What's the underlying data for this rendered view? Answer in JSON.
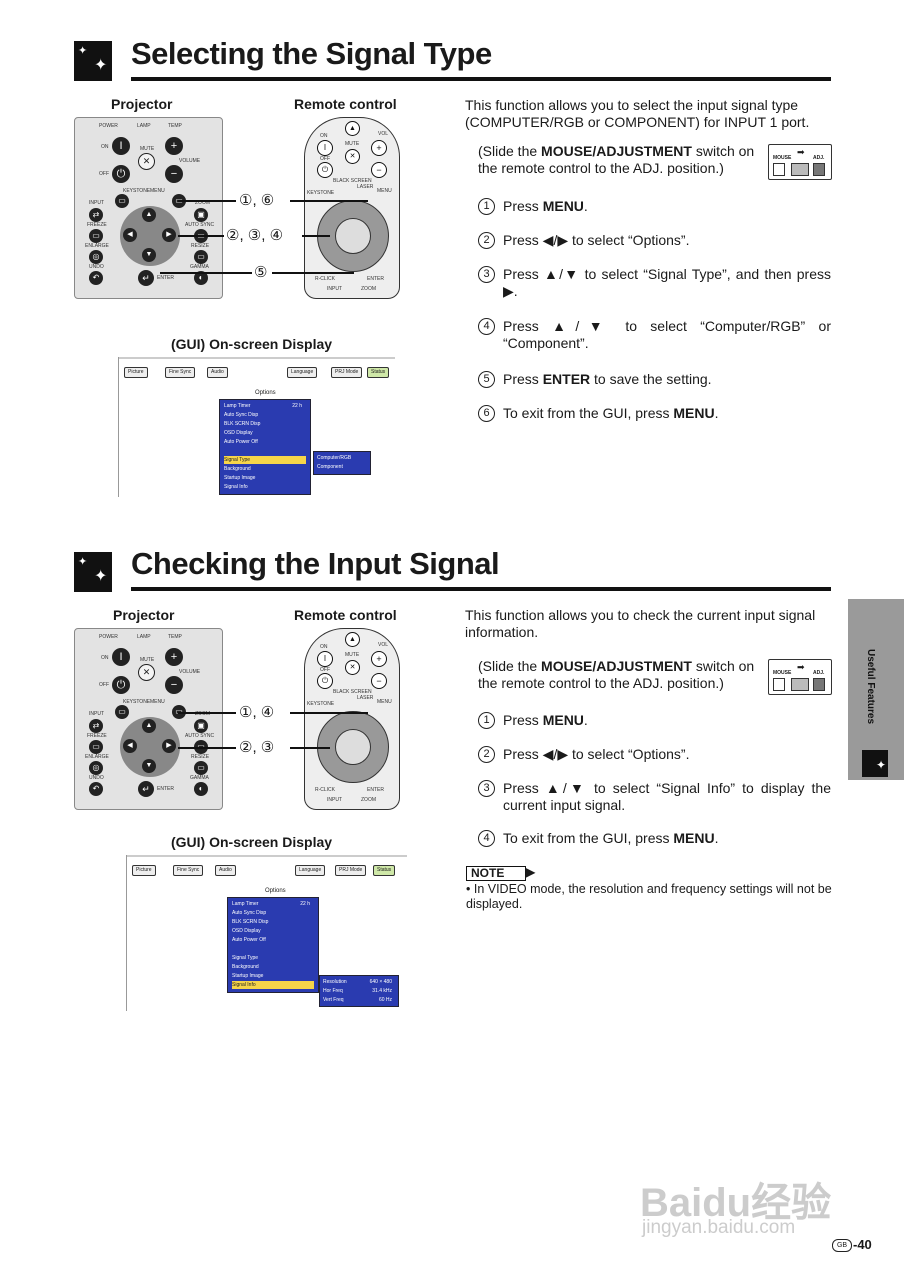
{
  "section1": {
    "title": "Selecting the Signal Type",
    "projector_label": "Projector",
    "remote_label": "Remote control",
    "osd_label": "(GUI) On-screen Display",
    "callouts": [
      "①, ⑥",
      "②, ③, ④",
      "⑤"
    ],
    "description": "This function allows you to select the input signal type (COMPUTER/RGB or COMPONENT) for INPUT 1 port.",
    "slide_note_pre": "(Slide the ",
    "slide_note_bold": "MOUSE/ADJUSTMENT",
    "slide_note_post": " switch on the remote control to the ADJ. position.)",
    "steps": [
      {
        "num": "1",
        "pre": "Press ",
        "bold": "MENU",
        "post": "."
      },
      {
        "num": "2",
        "pre": "Press ◀/▶ to select “Options”.",
        "bold": "",
        "post": ""
      },
      {
        "num": "3",
        "pre": "Press ▲/▼ to select “Signal Type”, and then press ▶.",
        "bold": "",
        "post": ""
      },
      {
        "num": "4",
        "pre": "Press ▲/▼ to select “Computer/RGB” or “Component”.",
        "bold": "",
        "post": ""
      },
      {
        "num": "5",
        "pre": "Press ",
        "bold": "ENTER",
        "post": " to save the setting."
      },
      {
        "num": "6",
        "pre": "To exit from the GUI, press ",
        "bold": "MENU",
        "post": "."
      }
    ],
    "osd": {
      "tabs": [
        "Picture",
        "Fine Sync",
        "Audio",
        "Language",
        "PRJ Mode",
        "Status"
      ],
      "menu_title": "Options",
      "rows": [
        "Lamp Timer",
        "Auto Sync Disp",
        "BLK SCRN Disp",
        "OSD Display",
        "Auto Power Off",
        "",
        "Signal Type",
        "Background",
        "Startup Image",
        "Signal Info"
      ],
      "lamp_value": "22 h",
      "submenu": [
        "Computer/RGB",
        "Component"
      ]
    }
  },
  "section2": {
    "title": "Checking the Input Signal",
    "projector_label": "Projector",
    "remote_label": "Remote control",
    "osd_label": "(GUI) On-screen Display",
    "callouts": [
      "①, ④",
      "②, ③"
    ],
    "description": "This function allows you to check the current input signal information.",
    "slide_note_pre": "(Slide the ",
    "slide_note_bold": "MOUSE/ADJUSTMENT",
    "slide_note_post": " switch on the remote control to the ADJ. position.)",
    "steps": [
      {
        "num": "1",
        "pre": "Press ",
        "bold": "MENU",
        "post": "."
      },
      {
        "num": "2",
        "pre": "Press ◀/▶ to select “Options”.",
        "bold": "",
        "post": ""
      },
      {
        "num": "3",
        "pre": "Press ▲/▼ to select “Signal Info” to display the current input signal.",
        "bold": "",
        "post": ""
      },
      {
        "num": "4",
        "pre": "To exit from the GUI, press ",
        "bold": "MENU",
        "post": "."
      }
    ],
    "osd": {
      "tabs": [
        "Picture",
        "Fine Sync",
        "Audio",
        "Language",
        "PRJ Mode",
        "Status"
      ],
      "menu_title": "Options",
      "rows": [
        "Lamp Timer",
        "Auto Sync Disp",
        "BLK SCRN Disp",
        "OSD Display",
        "Auto Power Off",
        "",
        "Signal Type",
        "Background",
        "Startup Image",
        "Signal Info"
      ],
      "lamp_value": "22 h",
      "info": [
        [
          "Resolution",
          "640 × 480"
        ],
        [
          "Hor Freq",
          "31.4 kHz"
        ],
        [
          "Vert Freq",
          "60 Hz"
        ]
      ]
    },
    "note_tag": "NOTE",
    "note_text": "• In VIDEO mode, the resolution and frequency settings will not be displayed."
  },
  "projector_panel": {
    "power": "POWER",
    "lamp": "LAMP",
    "temp": "TEMP",
    "on": "ON",
    "off": "OFF",
    "mute": "MUTE",
    "volume": "VOLUME",
    "keystone": "KEYSTONE",
    "menu": "MENU",
    "input": "INPUT",
    "freeze": "FREEZE",
    "enlarge": "ENLARGE",
    "undo": "UNDO",
    "zoom": "ZOOM",
    "auto_sync": "AUTO SYNC",
    "resize": "RESIZE",
    "gamma": "GAMMA",
    "enter": "ENTER"
  },
  "remote": {
    "on": "ON",
    "off": "OFF",
    "mute": "MUTE",
    "vol": "VOL",
    "black_screen": "BLACK SCREEN",
    "laser": "LASER",
    "keystone": "KEYSTONE",
    "menu": "MENU",
    "r_click": "R-CLICK",
    "enter": "ENTER",
    "input": "INPUT",
    "zoom": "ZOOM"
  },
  "switch_box": {
    "mouse": "MOUSE",
    "adj": "ADJ."
  },
  "side_tab": {
    "label": "Useful Features"
  },
  "page": {
    "region": "GB",
    "number": "-40"
  },
  "watermark": {
    "main": "Baidu经验",
    "url": "jingyan.baidu.com"
  }
}
